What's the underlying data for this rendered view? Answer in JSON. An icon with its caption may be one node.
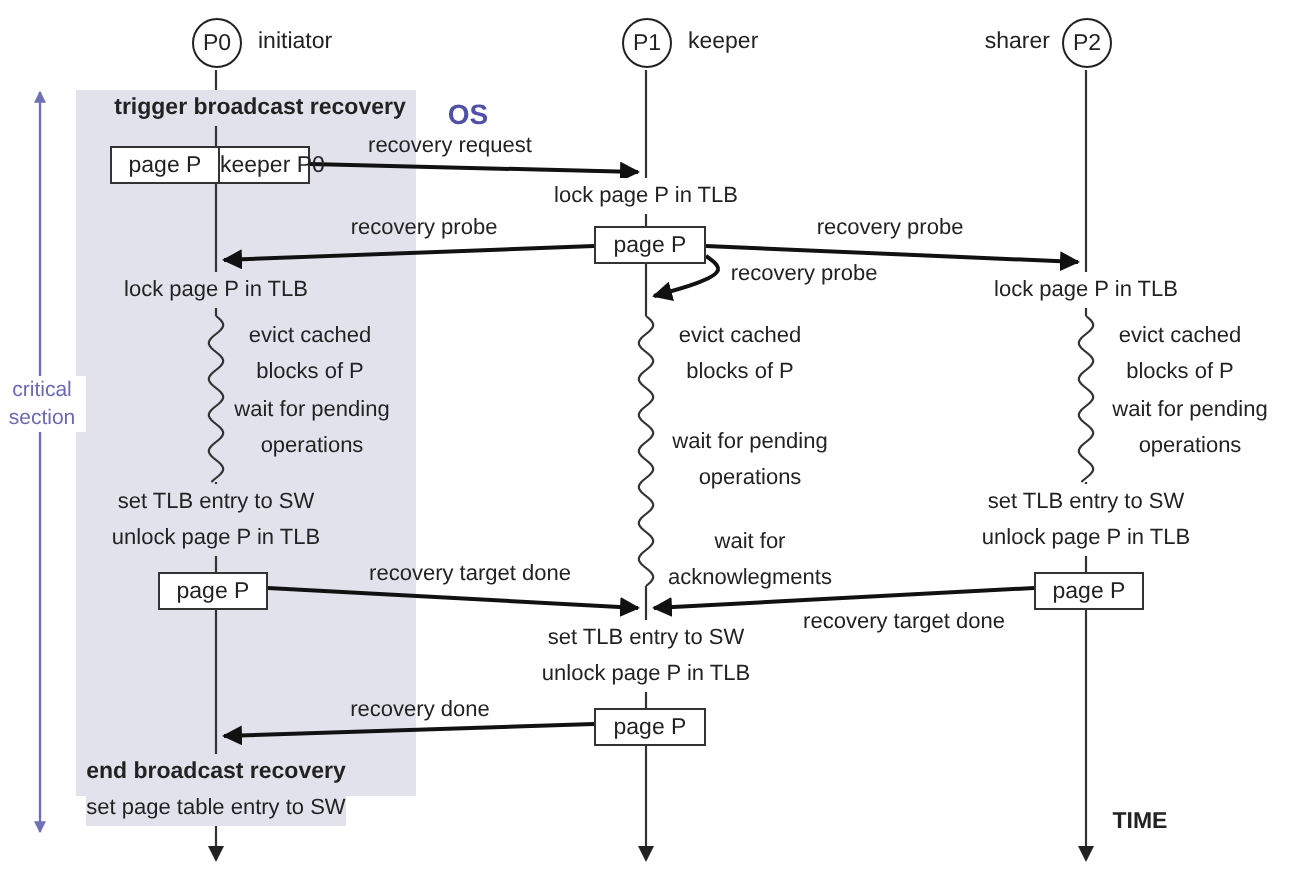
{
  "diagram": {
    "nodes": [
      {
        "text": [],
        "shape": "box"
      },
      {
        "text": [
          "P0"
        ],
        "beside": [
          "initiator"
        ]
      },
      {
        "text": [
          "P1"
        ],
        "beside": [
          "keeper"
        ]
      },
      {
        "text": [
          "P2"
        ],
        "beside": [
          "sharer"
        ]
      },
      {
        "text": [
          "page P",
          "keeper P0"
        ],
        "in": 0
      },
      {
        "text": [
          "page P"
        ]
      },
      {
        "text": [
          "page P"
        ],
        "in": 0
      },
      {
        "text": [
          "page P"
        ]
      },
      {
        "text": [
          "page P"
        ]
      },
      {
        "text": [],
        "shape": "line"
      },
      {
        "text": [],
        "shape": "line"
      },
      {
        "text": [],
        "shape": "line"
      }
    ],
    "edges": [
      {
        "from": 4,
        "to": 10,
        "arrow": "to",
        "label": "recovery request"
      },
      {
        "from": 5,
        "to": 9,
        "arrow": "to",
        "label": "recovery probe"
      },
      {
        "from": 5,
        "to": 11,
        "arrow": "to",
        "label": "recovery probe"
      },
      {
        "from": 5,
        "to": 10,
        "arrow": "to",
        "label": "recovery probe"
      },
      {
        "from": 6,
        "to": 10,
        "arrow": "to",
        "label": "recovery target done"
      },
      {
        "from": 7,
        "to": 10,
        "arrow": "to",
        "label": "recovery target done"
      },
      {
        "from": 8,
        "to": 9,
        "arrow": "to",
        "label": "recovery done"
      }
    ],
    "labels": [
      "trigger broadcast recovery",
      "OS",
      "lock page P in TLB",
      "lock page P in TLB",
      "lock page P in TLB",
      "evict cached blocks of P",
      "evict cached blocks of P",
      "evict cached blocks of P",
      "wait for pending operations",
      "wait for pending operations",
      "wait for pending operations",
      "critical section",
      "set TLB entry to SW",
      "unlock page P in TLB",
      "set TLB entry to SW",
      "unlock page P in TLB",
      "wait for acknowlegments",
      "set TLB entry to SW",
      "unlock page P in TLB",
      "end broadcast recovery",
      "set page table entry to SW",
      "TIME"
    ]
  }
}
